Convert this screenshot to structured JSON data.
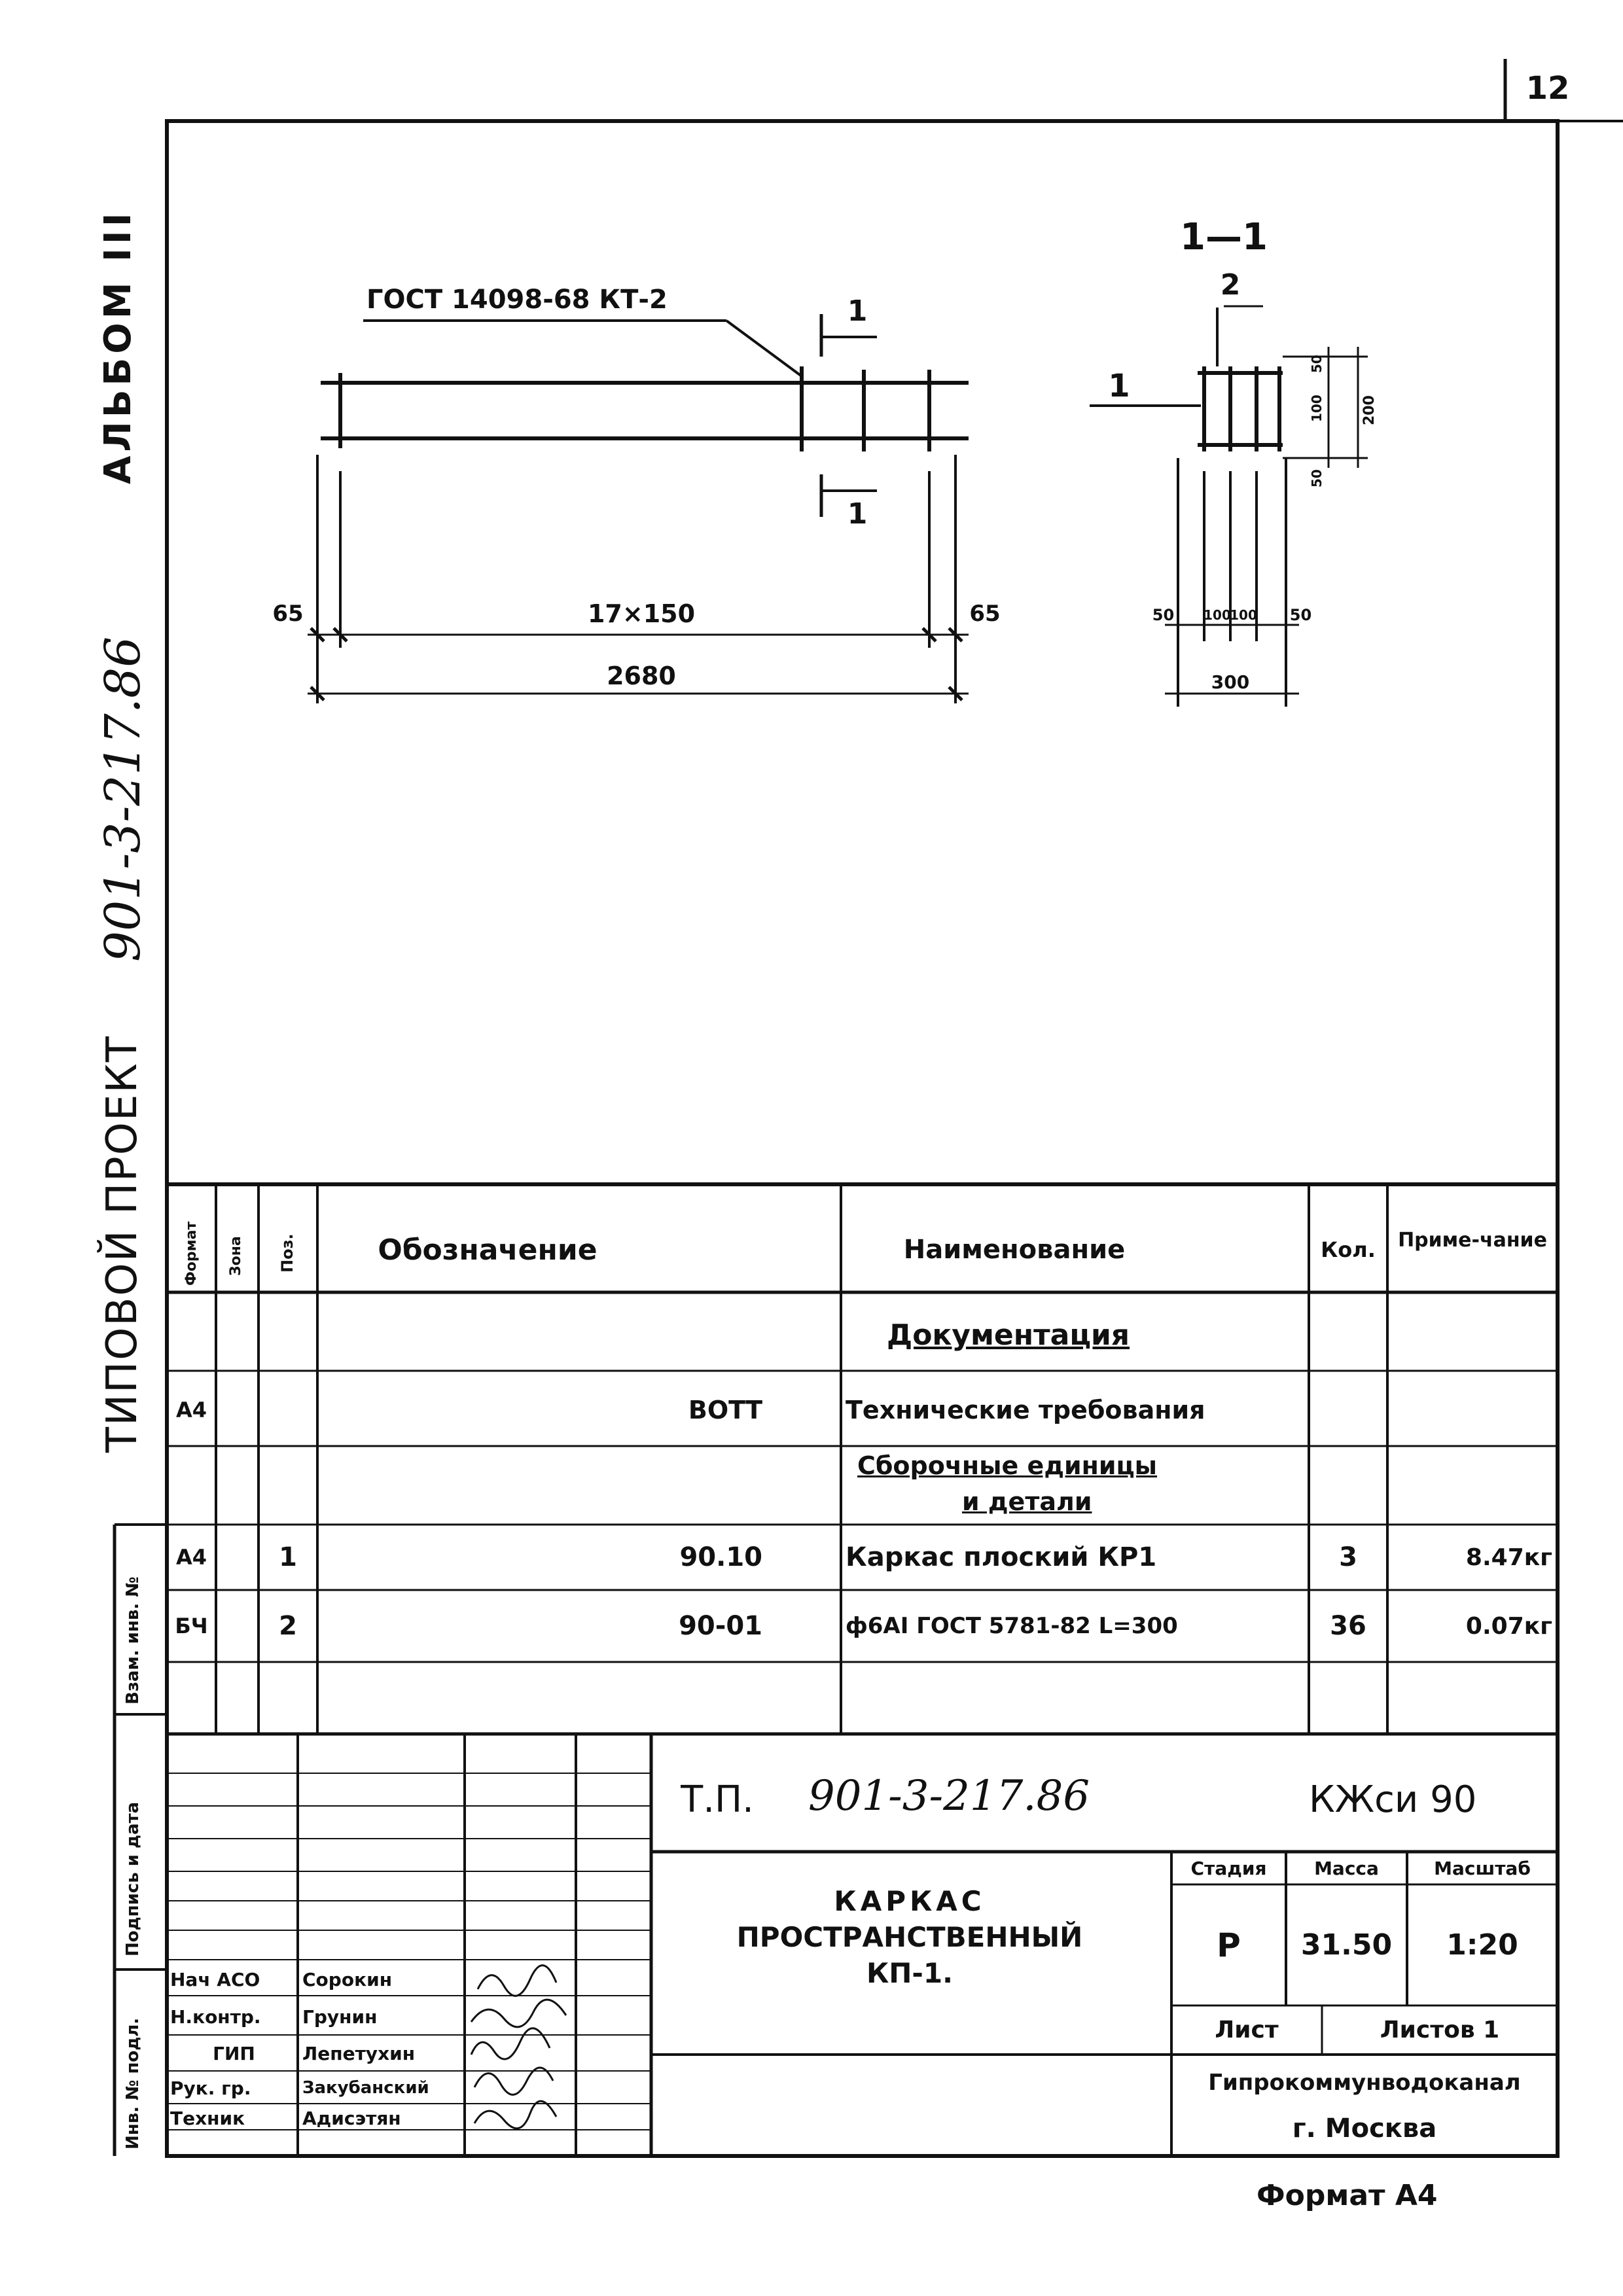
{
  "page": {
    "number": "12",
    "footer": "Формат А4"
  },
  "side": {
    "album": "АЛЬБОМ III",
    "project_label": "ТИПОВОЙ ПРОЕКТ",
    "project_code": "901-3-217.86",
    "stamp_labels": [
      "Взам. инв. №",
      "Подпись и дата",
      "Инв. № подл."
    ]
  },
  "drawing": {
    "gost_label": "ГОСТ 14098-68 КТ-2",
    "section_mark": "1",
    "section_title": "1—1",
    "pos_1": "1",
    "pos_2": "2",
    "dim_left": "65",
    "dim_right": "65",
    "dim_span": "17×150",
    "dim_total": "2680",
    "sec_dim_50a": "50",
    "sec_dim_100a": "100",
    "sec_dim_100b": "100",
    "sec_dim_50b": "50",
    "sec_dim_300": "300",
    "sec_dim_v50a": "50",
    "sec_dim_v100": "100",
    "sec_dim_v200": "200",
    "sec_dim_v50b": "50"
  },
  "spec": {
    "headers": {
      "format": "Формат",
      "zone": "Зона",
      "pos": "Поз.",
      "designation": "Обозначение",
      "name": "Наименование",
      "qty": "Кол.",
      "note": "Приме-чание"
    },
    "section_docs": "Документация",
    "section_units": [
      "Сборочные единицы",
      "и детали"
    ],
    "rows": [
      {
        "format": "А4",
        "zone": "",
        "pos": "",
        "designation": "ВОТТ",
        "name": "Технические требования",
        "qty": "",
        "note": ""
      },
      {
        "format": "А4",
        "zone": "",
        "pos": "1",
        "designation": "90.10",
        "name": "Каркас плоский КР1",
        "qty": "3",
        "note": "8.47кг"
      },
      {
        "format": "БЧ",
        "zone": "",
        "pos": "2",
        "designation": "90-01",
        "name": "ф6АI ГОСТ 5781-82 L=300",
        "qty": "36",
        "note": "0.07кг"
      }
    ]
  },
  "titleblock": {
    "tp_label": "Т.П.",
    "tp_code": "901-3-217.86",
    "doc_code": "КЖси 90",
    "title_lines": [
      "КАРКАС",
      "ПРОСТРАНСТВЕННЫЙ",
      "КП-1."
    ],
    "stage_label": "Стадия",
    "mass_label": "Масса",
    "scale_label": "Масштаб",
    "stage": "Р",
    "mass": "31.50",
    "scale": "1:20",
    "sheet_label": "Лист",
    "sheets_label": "Листов 1",
    "org": "Гипрокоммунводоканал",
    "city": "г. Москва",
    "people": [
      {
        "role": "Нач АСО",
        "name": "Сорокин"
      },
      {
        "role": "Н.контр.",
        "name": "Грунин"
      },
      {
        "role": "ГИП",
        "name": "Лепетухин"
      },
      {
        "role": "Рук. гр.",
        "name": "Закубанский"
      },
      {
        "role": "Техник",
        "name": "Адисэтян"
      }
    ]
  }
}
